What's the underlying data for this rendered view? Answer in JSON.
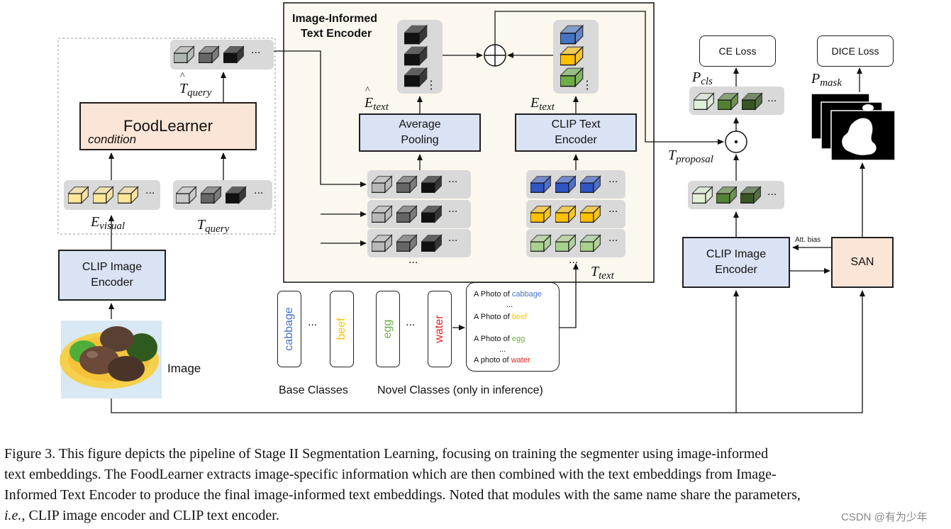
{
  "encoder_frame": {
    "title_line1": "Image-Informed",
    "title_line2": "Text Encoder"
  },
  "modules": {
    "foodlearner": "FoodLearner",
    "condition": "condition",
    "clip_image_encoder_l1": "CLIP Image",
    "clip_image_encoder_l2": "Encoder",
    "average_pooling_l1": "Average",
    "average_pooling_l2": "Pooling",
    "clip_text_encoder_l1": "CLIP Text",
    "clip_text_encoder_l2": "Encoder",
    "san": "SAN",
    "ce_loss": "CE Loss",
    "dice_loss": "DICE Loss",
    "att_bias": "Att. bias"
  },
  "symbols": {
    "t_query_hat": "T",
    "t_query_hat_sub": "query",
    "e_visual": "E",
    "e_visual_sub": "visual",
    "t_query": "T",
    "t_query_sub": "query",
    "e_text_hat": "E",
    "e_text_hat_sub": "text",
    "e_text": "E",
    "e_text_sub": "text",
    "t_text": "T",
    "t_text_sub": "text",
    "p_cls": "P",
    "p_cls_sub": "cls",
    "p_mask": "P",
    "p_mask_sub": "mask",
    "t_proposal": "T",
    "t_proposal_sub": "proposal",
    "ellipsis": "...",
    "vdots": "⋮"
  },
  "image_label": "Image",
  "classes": {
    "base": [
      "cabbage",
      "beef"
    ],
    "novel": [
      "egg",
      "water"
    ],
    "base_label": "Base Classes",
    "novel_label": "Novel Classes (only in inference)"
  },
  "prompts": {
    "prefix_a": "A Photo of ",
    "prefix_b": "A photo of ",
    "items": [
      "cabbage",
      "beef",
      "egg",
      "water"
    ]
  },
  "colors": {
    "cabbage": "#4472c4",
    "beef": "#ffc000",
    "egg": "#70ad47",
    "water": "#e02020",
    "module_blue": "#dae3f3",
    "module_peach": "#fbe5d6",
    "frame_bg": "#fdf8ef"
  },
  "caption": {
    "line1": "Figure 3. This figure depicts the pipeline of Stage II Segmentation Learning, focusing on training the segmenter using image-informed",
    "line2": "text embeddings. The FoodLearner extracts image-specific information which are then combined with the text embeddings from Image-",
    "line3": "Informed Text Encoder to produce the final image-informed text embeddings. Noted that modules with the same name share the parameters,",
    "line4_italic": "i.e.",
    "line4_rest": ", CLIP image encoder and CLIP text encoder."
  },
  "watermark": "CSDN @有为少年"
}
